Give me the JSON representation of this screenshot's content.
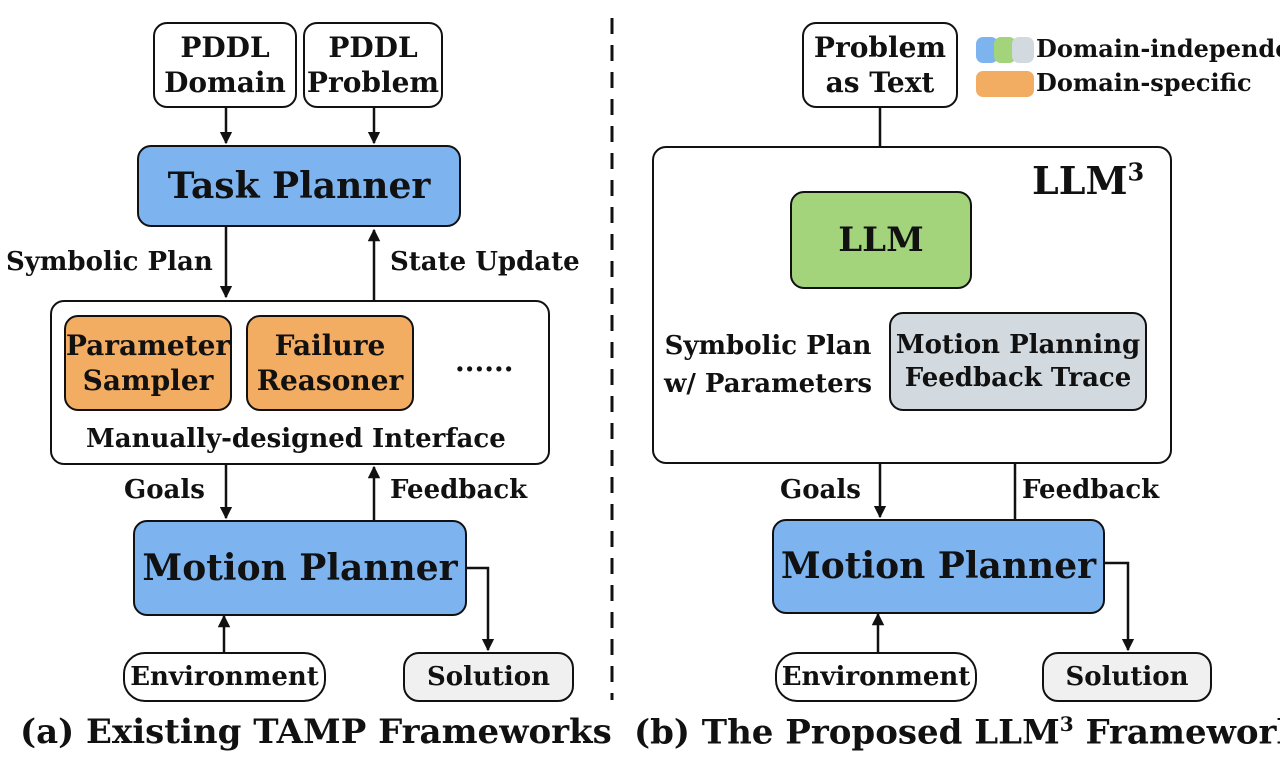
{
  "colors": {
    "domain_independent_blue": "#7db4f0",
    "domain_independent_green": "#a3d37a",
    "domain_independent_gray": "#d2d9df",
    "domain_specific_orange": "#f2ad62"
  },
  "left": {
    "pddl_domain": [
      "PDDL",
      "Domain"
    ],
    "pddl_problem": [
      "PDDL",
      "Problem"
    ],
    "task_planner": "Task Planner",
    "symbolic_plan": "Symbolic Plan",
    "state_update": "State Update",
    "parameter_sampler": [
      "Parameter",
      "Sampler"
    ],
    "failure_reasoner": [
      "Failure",
      "Reasoner"
    ],
    "ellipsis": "......",
    "interface": "Manually-designed Interface",
    "goals": "Goals",
    "feedback": "Feedback",
    "motion_planner": "Motion Planner",
    "environment": "Environment",
    "solution": "Solution",
    "caption": "(a) Existing TAMP Frameworks"
  },
  "right": {
    "problem_text": [
      "Problem",
      "as Text"
    ],
    "legend": {
      "domain_independent": "Domain-independent",
      "domain_specific": "Domain-specific"
    },
    "llm3_label": "LLM",
    "llm3_sup": "3",
    "llm": "LLM",
    "symbolic_plan_params": [
      "Symbolic Plan",
      "w/ Parameters"
    ],
    "mp_feedback_trace": [
      "Motion Planning",
      "Feedback Trace"
    ],
    "goals": "Goals",
    "feedback": "Feedback",
    "motion_planner": "Motion Planner",
    "environment": "Environment",
    "solution": "Solution",
    "caption_prefix": "(b) The Proposed LLM",
    "caption_sup": "3",
    "caption_suffix": " Framework"
  }
}
